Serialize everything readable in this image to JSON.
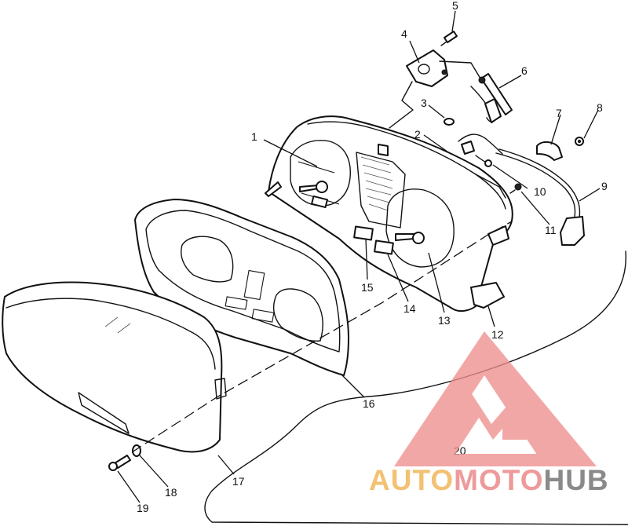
{
  "diagram": {
    "callouts": [
      "1",
      "2",
      "3",
      "4",
      "5",
      "6",
      "7",
      "8",
      "9",
      "10",
      "11",
      "12",
      "13",
      "14",
      "15",
      "16",
      "17",
      "18",
      "19",
      "20"
    ]
  },
  "watermark": {
    "words": [
      "AUTO",
      "MOTO",
      "HUB"
    ],
    "colors": {
      "auto": "#f3c173",
      "moto": "#ee9a9a",
      "hub": "#8a8a8a",
      "triangle": "#ef8f8f"
    }
  }
}
